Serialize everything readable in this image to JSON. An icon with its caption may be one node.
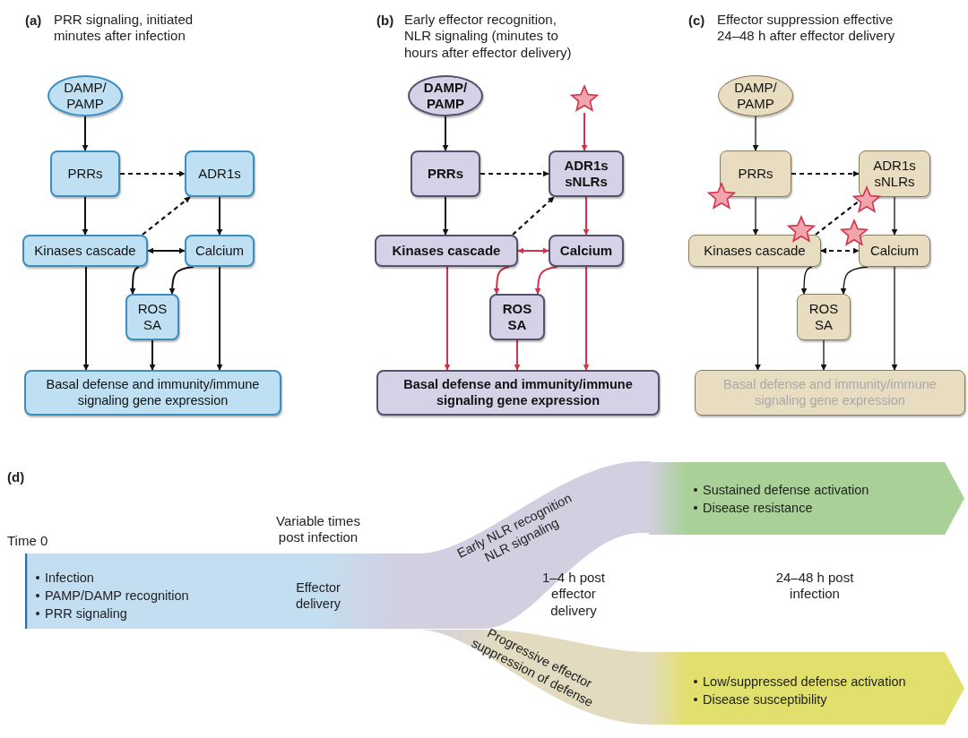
{
  "diagram": {
    "nodes": [
      {
        "text": [
          "DAMP/ PAMP"
        ]
      },
      {
        "text": [
          "PRRs"
        ]
      },
      {
        "text": [
          "ADR1s"
        ]
      },
      {
        "text": [
          "Kinases cascade"
        ]
      },
      {
        "text": [
          "Calcium"
        ]
      },
      {
        "text": [
          "ROS SA"
        ]
      },
      {
        "text": [
          "Basal defense and immunity/immune signaling gene expression"
        ]
      },
      {
        "text": [
          "DAMP/ PAMP"
        ]
      },
      {
        "text": [],
        "shape": "star"
      },
      {
        "text": [
          "PRRs"
        ]
      },
      {
        "text": [
          "ADR1s sNLRs"
        ]
      },
      {
        "text": [
          "Kinases cascade"
        ]
      },
      {
        "text": [
          "Calcium"
        ]
      },
      {
        "text": [
          "ROS SA"
        ]
      },
      {
        "text": [
          "Basal defense and immunity/immune signaling gene expression"
        ]
      },
      {
        "text": [
          "DAMP/ PAMP"
        ]
      },
      {
        "text": [
          "PRRs"
        ]
      },
      {
        "text": [
          "ADR1s sNLRs"
        ]
      },
      {
        "text": [
          "Kinases cascade"
        ]
      },
      {
        "text": [
          "Calcium"
        ]
      },
      {
        "text": [
          "ROS SA"
        ]
      },
      {
        "text": [
          "Basal defense and immunity/immune signaling gene expression"
        ]
      },
      {
        "text": [
          "Infection",
          "PAMP/DAMP recognition",
          "PRR signaling",
          "Effector delivery"
        ]
      },
      {
        "text": [
          "Early NLR recognition NLR signaling"
        ]
      },
      {
        "text": [
          "Sustained defense activation",
          "Disease resistance"
        ]
      },
      {
        "text": [
          "Progressive effector suppression of defense"
        ]
      },
      {
        "text": [
          "Low/suppressed defense activation",
          "Disease susceptibility"
        ]
      }
    ],
    "edges": [
      {
        "from": 0,
        "to": 1,
        "arrow": "to"
      },
      {
        "from": 1,
        "to": 2,
        "arrow": "to",
        "style": "dashed"
      },
      {
        "from": 1,
        "to": 3,
        "arrow": "to"
      },
      {
        "from": 3,
        "to": 2,
        "arrow": "to",
        "style": "dashed"
      },
      {
        "from": 3,
        "to": 4,
        "arrow": "both"
      },
      {
        "from": 2,
        "to": 4,
        "arrow": "to"
      },
      {
        "from": 3,
        "to": 5,
        "arrow": "to"
      },
      {
        "from": 4,
        "to": 5,
        "arrow": "to"
      },
      {
        "from": 3,
        "to": 6,
        "arrow": "to"
      },
      {
        "from": 5,
        "to": 6,
        "arrow": "to"
      },
      {
        "from": 4,
        "to": 6,
        "arrow": "to"
      },
      {
        "from": 7,
        "to": 9,
        "arrow": "to"
      },
      {
        "from": 8,
        "to": 10,
        "arrow": "to",
        "color": "#d0334a"
      },
      {
        "from": 9,
        "to": 10,
        "arrow": "to",
        "style": "dashed"
      },
      {
        "from": 9,
        "to": 11,
        "arrow": "to"
      },
      {
        "from": 11,
        "to": 10,
        "arrow": "to",
        "style": "dashed"
      },
      {
        "from": 11,
        "to": 12,
        "arrow": "both",
        "color": "#d0334a"
      },
      {
        "from": 10,
        "to": 12,
        "arrow": "to",
        "color": "#d0334a"
      },
      {
        "from": 11,
        "to": 13,
        "arrow": "to",
        "color": "#d0334a"
      },
      {
        "from": 12,
        "to": 13,
        "arrow": "to",
        "color": "#d0334a"
      },
      {
        "from": 11,
        "to": 14,
        "arrow": "to",
        "color": "#d0334a"
      },
      {
        "from": 13,
        "to": 14,
        "arrow": "to",
        "color": "#d0334a"
      },
      {
        "from": 12,
        "to": 14,
        "arrow": "to",
        "color": "#d0334a"
      },
      {
        "from": 15,
        "to": 16,
        "arrow": "to"
      },
      {
        "from": 16,
        "to": 17,
        "arrow": "to",
        "style": "dashed"
      },
      {
        "from": 16,
        "to": 18,
        "arrow": "to"
      },
      {
        "from": 18,
        "to": 17,
        "arrow": "to",
        "style": "dashed"
      },
      {
        "from": 18,
        "to": 19,
        "arrow": "both",
        "style": "dashed"
      },
      {
        "from": 17,
        "to": 19,
        "arrow": "to"
      },
      {
        "from": 18,
        "to": 20,
        "arrow": "to"
      },
      {
        "from": 19,
        "to": 20,
        "arrow": "to"
      },
      {
        "from": 18,
        "to": 21,
        "arrow": "to"
      },
      {
        "from": 20,
        "to": 21,
        "arrow": "to"
      },
      {
        "from": 19,
        "to": 21,
        "arrow": "to"
      }
    ],
    "labels": [
      "(a)",
      "PRR signaling, initiated minutes after infection",
      "(b)",
      "Early effector recognition, NLR signaling (minutes to hours after effector delivery)",
      "(c)",
      "Effector suppression effective 24–48 h after effector delivery",
      "(d)",
      "Time 0",
      "Variable times post infection",
      "1–4 h post effector delivery",
      "24–48 h post infection"
    ]
  }
}
